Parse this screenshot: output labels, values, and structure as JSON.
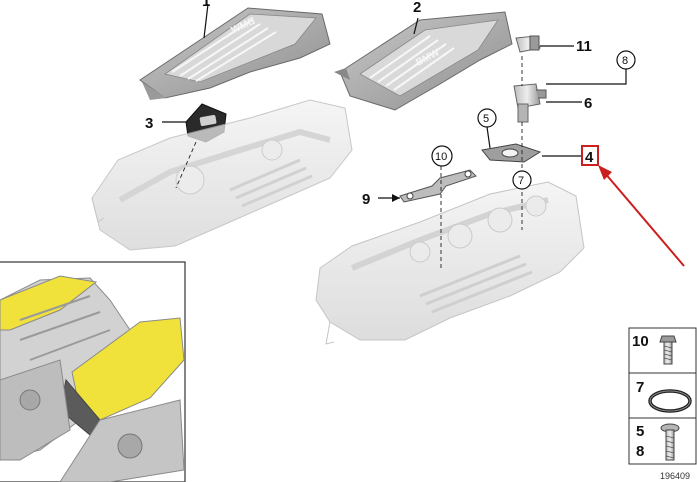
{
  "callouts": {
    "c1": "1",
    "c2": "2",
    "c3": "3",
    "c4": "4",
    "c6": "6",
    "c9": "9",
    "c11": "11"
  },
  "circled": {
    "c5": "5",
    "c7": "7",
    "c8": "8",
    "c10": "10"
  },
  "brand_logo": "BMW",
  "legend": {
    "row1": [
      "10"
    ],
    "row2": [
      "7"
    ],
    "row3": [
      "5",
      "8"
    ]
  },
  "diagram_number": "196409",
  "colors": {
    "highlight_box": "#cc1f1f",
    "pointer_arrow": "#cc1f1f",
    "engine_highlight": "#f0e23a",
    "part_fill": "#e4e4e4",
    "line": "#111111"
  }
}
